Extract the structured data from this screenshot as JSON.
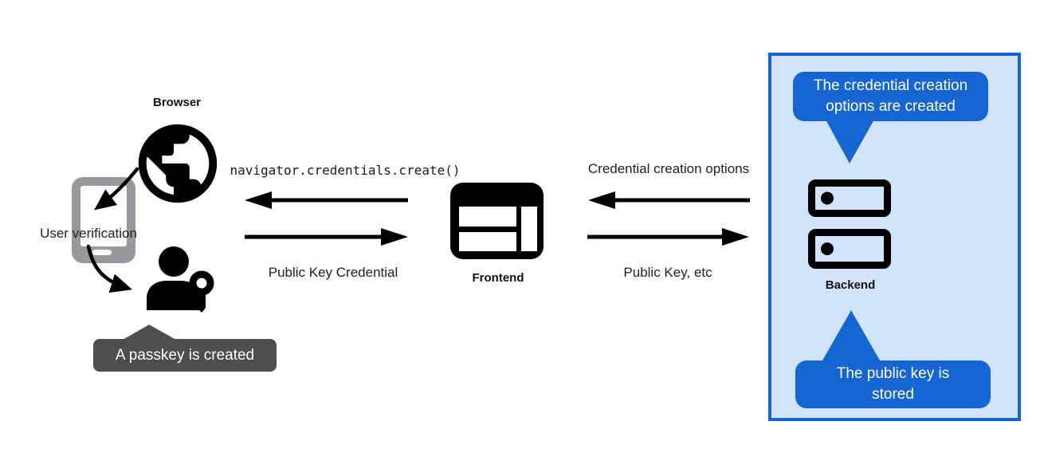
{
  "nodes": {
    "browser": {
      "label": "Browser",
      "icon": "globe-icon"
    },
    "device": {
      "label": "User verification",
      "icon": "smartphone-icon"
    },
    "user": {
      "icon": "person-key-icon"
    },
    "frontend": {
      "label": "Frontend",
      "icon": "browser-window-icon"
    },
    "backend": {
      "label": "Backend",
      "icon": "server-stack-icon"
    }
  },
  "flows": {
    "frontend_to_browser": {
      "label": "navigator.credentials.create()"
    },
    "browser_to_frontend": {
      "label": "Public Key Credential"
    },
    "backend_to_frontend": {
      "label": "Credential creation options"
    },
    "frontend_to_backend": {
      "label": "Public Key, etc"
    }
  },
  "callouts": {
    "passkey_created": {
      "text": "A passkey is created"
    },
    "options_created": {
      "text": "The credential creation options are created"
    },
    "key_stored": {
      "text": "The public key is stored"
    }
  },
  "colors": {
    "bubble_blue": "#1565d2",
    "panel_border_blue": "#1565d2",
    "panel_fill_blue": "#d2e3fc",
    "tooltip_gray": "#4d4e50",
    "icon_black": "#000000",
    "phone_gray": "#969a9e",
    "text_black": "#202124",
    "background": "#ffffff"
  }
}
